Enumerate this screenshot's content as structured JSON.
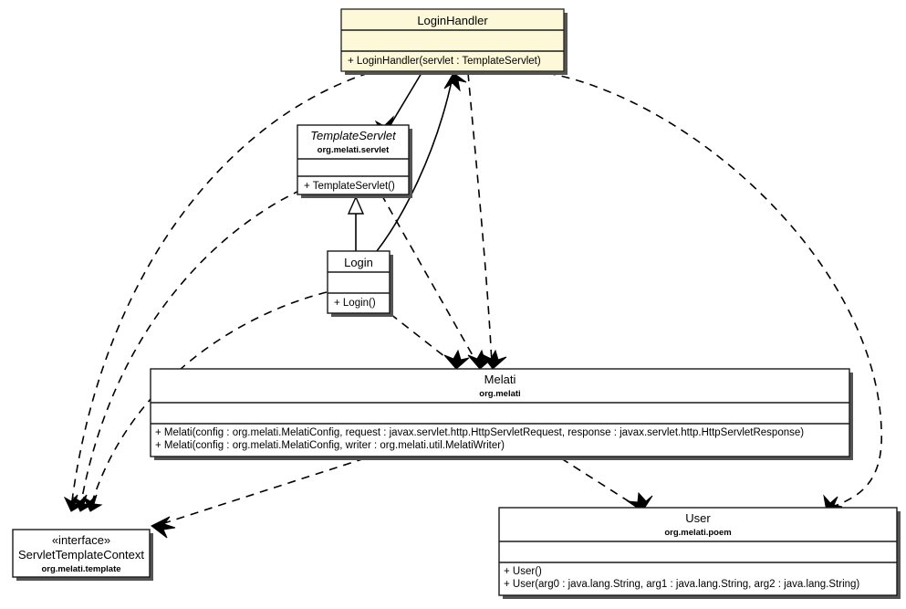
{
  "diagram": {
    "kind": "uml-class-diagram",
    "title": "LoginHandler class diagram",
    "colors": {
      "highlight_fill": "#fcf8d8",
      "box_fill": "#ffffff",
      "line": "#000000",
      "shadow": "#545454"
    }
  },
  "classes": {
    "login_handler": {
      "name": "LoginHandler",
      "package": "",
      "stereotype": "",
      "attributes": [],
      "operations": [
        "+ LoginHandler(servlet : TemplateServlet)"
      ]
    },
    "template_servlet": {
      "name": "TemplateServlet",
      "package": "org.melati.servlet",
      "stereotype": "",
      "attributes": [],
      "operations": [
        "+ TemplateServlet()"
      ]
    },
    "login": {
      "name": "Login",
      "package": "",
      "stereotype": "",
      "attributes": [],
      "operations": [
        "+ Login()"
      ]
    },
    "melati": {
      "name": "Melati",
      "package": "org.melati",
      "stereotype": "",
      "attributes": [],
      "operations": [
        "+ Melati(config : org.melati.MelatiConfig, request : javax.servlet.http.HttpServletRequest, response : javax.servlet.http.HttpServletResponse)",
        "+ Melati(config : org.melati.MelatiConfig, writer : org.melati.util.MelatiWriter)"
      ]
    },
    "user": {
      "name": "User",
      "package": "org.melati.poem",
      "stereotype": "",
      "attributes": [],
      "operations": [
        "+ User()",
        "+ User(arg0 : java.lang.String, arg1 : java.lang.String, arg2 : java.lang.String)"
      ]
    },
    "servlet_template_context": {
      "name": "ServletTemplateContext",
      "package": "org.melati.template",
      "stereotype": "«interface»",
      "attributes": [],
      "operations": []
    }
  },
  "relationships": [
    {
      "from": "login_handler",
      "to": "template_servlet",
      "type": "association",
      "style": "solid"
    },
    {
      "from": "login",
      "to": "template_servlet",
      "type": "generalization",
      "style": "solid"
    },
    {
      "from": "login",
      "to": "login_handler",
      "type": "association",
      "style": "solid"
    },
    {
      "from": "login_handler",
      "to": "servlet_template_context",
      "type": "dependency",
      "style": "dashed"
    },
    {
      "from": "template_servlet",
      "to": "servlet_template_context",
      "type": "dependency",
      "style": "dashed"
    },
    {
      "from": "login",
      "to": "servlet_template_context",
      "type": "dependency",
      "style": "dashed"
    },
    {
      "from": "melati",
      "to": "servlet_template_context",
      "type": "dependency",
      "style": "dashed"
    },
    {
      "from": "login_handler",
      "to": "melati",
      "type": "dependency",
      "style": "dashed"
    },
    {
      "from": "template_servlet",
      "to": "melati",
      "type": "dependency",
      "style": "dashed"
    },
    {
      "from": "login",
      "to": "melati",
      "type": "dependency",
      "style": "dashed"
    },
    {
      "from": "login_handler",
      "to": "user",
      "type": "dependency",
      "style": "dashed"
    },
    {
      "from": "melati",
      "to": "user",
      "type": "dependency",
      "style": "dashed"
    }
  ]
}
